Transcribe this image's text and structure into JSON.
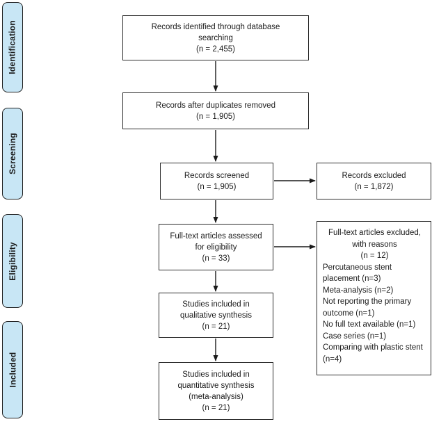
{
  "stages": [
    {
      "label": "Identification"
    },
    {
      "label": "Screening"
    },
    {
      "label": "Eligibility"
    },
    {
      "label": "Included"
    }
  ],
  "boxes": {
    "identified": {
      "lines": [
        "Records identified through database",
        "searching",
        "(n = 2,455)"
      ]
    },
    "duplicates_removed": {
      "lines": [
        "Records after duplicates removed",
        "(n = 1,905)"
      ]
    },
    "screened": {
      "lines": [
        "Records screened",
        "(n = 1,905)"
      ]
    },
    "records_excluded": {
      "lines": [
        "Records excluded",
        "(n = 1,872)"
      ]
    },
    "fulltext_assessed": {
      "lines": [
        "Full-text articles assessed",
        "for eligibility",
        "(n = 33)"
      ]
    },
    "fulltext_excluded": {
      "header_lines": [
        "Full-text articles excluded,",
        "with reasons",
        "(n = 12)"
      ],
      "reasons": [
        "Percutaneous stent placement (n=3)",
        "Meta-analysis (n=2)",
        "Not reporting the primary outcome (n=1)",
        "No full text available (n=1)",
        "Case series (n=1)",
        "Comparing with plastic stent (n=4)"
      ]
    },
    "qualitative_synthesis": {
      "lines": [
        "Studies included in",
        "qualitative synthesis",
        "(n = 21)"
      ]
    },
    "quantitative_synthesis": {
      "lines": [
        "Studies included in",
        "quantitative synthesis",
        "(meta-analysis)",
        "(n = 21)"
      ]
    }
  },
  "colors": {
    "stage_fill": "#c8e6f5",
    "stage_border": "#1f1f1f",
    "box_border": "#2b2b2b",
    "box_fill": "#ffffff",
    "arrow": "#1a1a1a",
    "background": "#ffffff"
  }
}
